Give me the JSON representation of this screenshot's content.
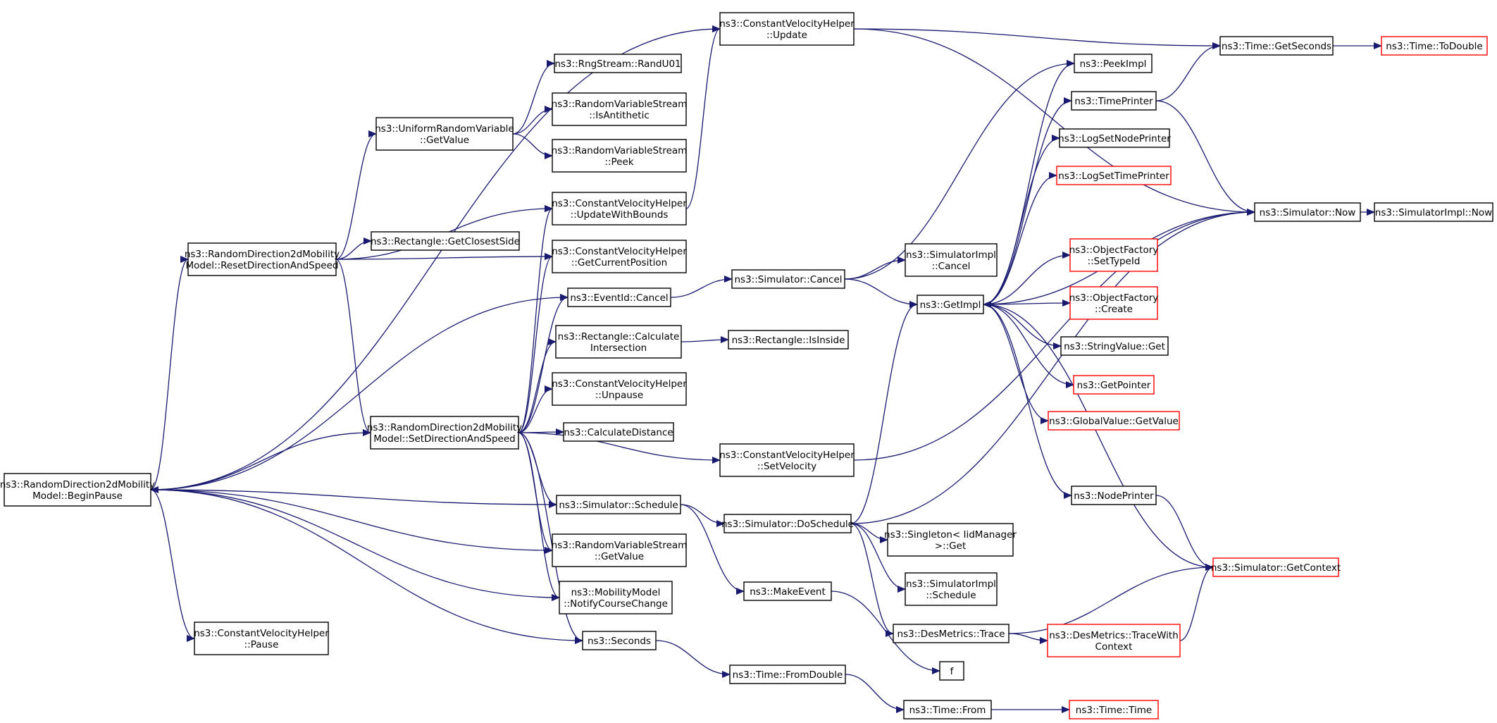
{
  "colors": {
    "edge": "#191970",
    "node_border": "#000000",
    "node_border_truncated": "#ff0000",
    "node_fill": "#ffffff",
    "root_fill": "#bfbfbf",
    "text": "#000000"
  },
  "nodes": [
    {
      "id": "begin_pause",
      "lines": [
        "ns3::RandomDirection2dMobility",
        "Model::BeginPause"
      ],
      "root": true,
      "truncated": false
    },
    {
      "id": "reset_dir",
      "lines": [
        "ns3::RandomDirection2dMobility",
        "Model::ResetDirectionAndSpeed"
      ],
      "root": false,
      "truncated": false
    },
    {
      "id": "set_dir",
      "lines": [
        "ns3::RandomDirection2dMobility",
        "Model::SetDirectionAndSpeed"
      ],
      "root": false,
      "truncated": false
    },
    {
      "id": "cvh_pause",
      "lines": [
        "ns3::ConstantVelocityHelper",
        "::Pause"
      ],
      "root": false,
      "truncated": false
    },
    {
      "id": "uniform_getvalue",
      "lines": [
        "ns3::UniformRandomVariable",
        "::GetValue"
      ],
      "root": false,
      "truncated": false
    },
    {
      "id": "rect_closest",
      "lines": [
        "ns3::Rectangle::GetClosestSide"
      ],
      "root": false,
      "truncated": false
    },
    {
      "id": "cvh_update",
      "lines": [
        "ns3::ConstantVelocityHelper",
        "::Update"
      ],
      "root": false,
      "truncated": false
    },
    {
      "id": "rng_randu01",
      "lines": [
        "ns3::RngStream::RandU01"
      ],
      "root": false,
      "truncated": false
    },
    {
      "id": "rvs_isantithetic",
      "lines": [
        "ns3::RandomVariableStream",
        "::IsAntithetic"
      ],
      "root": false,
      "truncated": false
    },
    {
      "id": "rvs_peek",
      "lines": [
        "ns3::RandomVariableStream",
        "::Peek"
      ],
      "root": false,
      "truncated": false
    },
    {
      "id": "cvh_updatebounds",
      "lines": [
        "ns3::ConstantVelocityHelper",
        "::UpdateWithBounds"
      ],
      "root": false,
      "truncated": false
    },
    {
      "id": "cvh_getpos",
      "lines": [
        "ns3::ConstantVelocityHelper",
        "::GetCurrentPosition"
      ],
      "root": false,
      "truncated": false
    },
    {
      "id": "eventid_cancel",
      "lines": [
        "ns3::EventId::Cancel"
      ],
      "root": false,
      "truncated": false
    },
    {
      "id": "rect_calc",
      "lines": [
        "ns3::Rectangle::Calculate",
        "Intersection"
      ],
      "root": false,
      "truncated": false
    },
    {
      "id": "cvh_unpause",
      "lines": [
        "ns3::ConstantVelocityHelper",
        "::Unpause"
      ],
      "root": false,
      "truncated": false
    },
    {
      "id": "calc_dist",
      "lines": [
        "ns3::CalculateDistance"
      ],
      "root": false,
      "truncated": false
    },
    {
      "id": "sim_schedule",
      "lines": [
        "ns3::Simulator::Schedule"
      ],
      "root": false,
      "truncated": false
    },
    {
      "id": "rvs_getvalue",
      "lines": [
        "ns3::RandomVariableStream",
        "::GetValue"
      ],
      "root": false,
      "truncated": false
    },
    {
      "id": "mm_notify",
      "lines": [
        "ns3::MobilityModel",
        "::NotifyCourseChange"
      ],
      "root": false,
      "truncated": false
    },
    {
      "id": "seconds",
      "lines": [
        "ns3::Seconds"
      ],
      "root": false,
      "truncated": false
    },
    {
      "id": "sim_cancel",
      "lines": [
        "ns3::Simulator::Cancel"
      ],
      "root": false,
      "truncated": false
    },
    {
      "id": "rect_isinside",
      "lines": [
        "ns3::Rectangle::IsInside"
      ],
      "root": false,
      "truncated": false
    },
    {
      "id": "cvh_setvel",
      "lines": [
        "ns3::ConstantVelocityHelper",
        "::SetVelocity"
      ],
      "root": false,
      "truncated": false
    },
    {
      "id": "sim_doschedule",
      "lines": [
        "ns3::Simulator::DoSchedule"
      ],
      "root": false,
      "truncated": false
    },
    {
      "id": "makeevent",
      "lines": [
        "ns3::MakeEvent"
      ],
      "root": false,
      "truncated": false
    },
    {
      "id": "time_fromdouble",
      "lines": [
        "ns3::Time::FromDouble"
      ],
      "root": false,
      "truncated": false
    },
    {
      "id": "simimpl_cancel",
      "lines": [
        "ns3::SimulatorImpl",
        "::Cancel"
      ],
      "root": false,
      "truncated": false
    },
    {
      "id": "getimpl",
      "lines": [
        "ns3::GetImpl"
      ],
      "root": false,
      "truncated": false
    },
    {
      "id": "singleton_get",
      "lines": [
        "ns3::Singleton< IidManager",
        ">::Get"
      ],
      "root": false,
      "truncated": false
    },
    {
      "id": "simimpl_schedule",
      "lines": [
        "ns3::SimulatorImpl",
        "::Schedule"
      ],
      "root": false,
      "truncated": false
    },
    {
      "id": "desmetrics_trace",
      "lines": [
        "ns3::DesMetrics::Trace"
      ],
      "root": false,
      "truncated": false
    },
    {
      "id": "f",
      "lines": [
        "f"
      ],
      "root": false,
      "truncated": false
    },
    {
      "id": "time_from",
      "lines": [
        "ns3::Time::From"
      ],
      "root": false,
      "truncated": false
    },
    {
      "id": "peekimpl",
      "lines": [
        "ns3::PeekImpl"
      ],
      "root": false,
      "truncated": false
    },
    {
      "id": "timeprinter",
      "lines": [
        "ns3::TimePrinter"
      ],
      "root": false,
      "truncated": false
    },
    {
      "id": "log_nodeprinter",
      "lines": [
        "ns3::LogSetNodePrinter"
      ],
      "root": false,
      "truncated": false
    },
    {
      "id": "log_timeprinter",
      "lines": [
        "ns3::LogSetTimePrinter"
      ],
      "root": false,
      "truncated": true
    },
    {
      "id": "of_settypeid",
      "lines": [
        "ns3::ObjectFactory",
        "::SetTypeId"
      ],
      "root": false,
      "truncated": true
    },
    {
      "id": "of_create",
      "lines": [
        "ns3::ObjectFactory",
        "::Create"
      ],
      "root": false,
      "truncated": true
    },
    {
      "id": "stringvalue_get",
      "lines": [
        "ns3::StringValue::Get"
      ],
      "root": false,
      "truncated": false
    },
    {
      "id": "getpointer",
      "lines": [
        "ns3::GetPointer"
      ],
      "root": false,
      "truncated": true
    },
    {
      "id": "gv_getvalue",
      "lines": [
        "ns3::GlobalValue::GetValue"
      ],
      "root": false,
      "truncated": true
    },
    {
      "id": "nodeprinter",
      "lines": [
        "ns3::NodePrinter"
      ],
      "root": false,
      "truncated": false
    },
    {
      "id": "dm_tracewith",
      "lines": [
        "ns3::DesMetrics::TraceWith",
        "Context"
      ],
      "root": false,
      "truncated": true
    },
    {
      "id": "time_time",
      "lines": [
        "ns3::Time::Time"
      ],
      "root": false,
      "truncated": true
    },
    {
      "id": "time_getseconds",
      "lines": [
        "ns3::Time::GetSeconds"
      ],
      "root": false,
      "truncated": false
    },
    {
      "id": "sim_now",
      "lines": [
        "ns3::Simulator::Now"
      ],
      "root": false,
      "truncated": false
    },
    {
      "id": "sim_getcontext",
      "lines": [
        "ns3::Simulator::GetContext"
      ],
      "root": false,
      "truncated": true
    },
    {
      "id": "time_todouble",
      "lines": [
        "ns3::Time::ToDouble"
      ],
      "root": false,
      "truncated": true
    },
    {
      "id": "simimpl_now",
      "lines": [
        "ns3::SimulatorImpl::Now"
      ],
      "root": false,
      "truncated": false
    }
  ],
  "edges": [
    [
      "begin_pause",
      "cvh_update"
    ],
    [
      "begin_pause",
      "reset_dir"
    ],
    [
      "begin_pause",
      "eventid_cancel"
    ],
    [
      "begin_pause",
      "sim_schedule"
    ],
    [
      "begin_pause",
      "rvs_getvalue"
    ],
    [
      "begin_pause",
      "mm_notify"
    ],
    [
      "begin_pause",
      "cvh_pause"
    ],
    [
      "begin_pause",
      "seconds"
    ],
    [
      "set_dir",
      "begin_pause"
    ],
    [
      "reset_dir",
      "uniform_getvalue"
    ],
    [
      "reset_dir",
      "rect_closest"
    ],
    [
      "reset_dir",
      "cvh_updatebounds"
    ],
    [
      "reset_dir",
      "cvh_getpos"
    ],
    [
      "reset_dir",
      "set_dir"
    ],
    [
      "uniform_getvalue",
      "rng_randu01"
    ],
    [
      "uniform_getvalue",
      "rvs_isantithetic"
    ],
    [
      "uniform_getvalue",
      "rvs_peek"
    ],
    [
      "set_dir",
      "cvh_updatebounds"
    ],
    [
      "set_dir",
      "cvh_getpos"
    ],
    [
      "set_dir",
      "eventid_cancel"
    ],
    [
      "set_dir",
      "rect_calc"
    ],
    [
      "set_dir",
      "cvh_unpause"
    ],
    [
      "set_dir",
      "calc_dist"
    ],
    [
      "set_dir",
      "cvh_setvel"
    ],
    [
      "set_dir",
      "sim_schedule"
    ],
    [
      "set_dir",
      "rvs_getvalue"
    ],
    [
      "set_dir",
      "mm_notify"
    ],
    [
      "set_dir",
      "seconds"
    ],
    [
      "cvh_updatebounds",
      "cvh_update"
    ],
    [
      "cvh_update",
      "time_getseconds"
    ],
    [
      "cvh_update",
      "sim_now"
    ],
    [
      "eventid_cancel",
      "sim_cancel"
    ],
    [
      "rect_calc",
      "rect_isinside"
    ],
    [
      "sim_schedule",
      "sim_doschedule"
    ],
    [
      "sim_schedule",
      "makeevent"
    ],
    [
      "seconds",
      "time_fromdouble"
    ],
    [
      "time_fromdouble",
      "time_from"
    ],
    [
      "time_from",
      "time_time"
    ],
    [
      "sim_cancel",
      "peekimpl"
    ],
    [
      "sim_cancel",
      "simimpl_cancel"
    ],
    [
      "sim_cancel",
      "getimpl"
    ],
    [
      "cvh_setvel",
      "sim_now"
    ],
    [
      "sim_doschedule",
      "getimpl"
    ],
    [
      "sim_doschedule",
      "sim_now"
    ],
    [
      "sim_doschedule",
      "singleton_get"
    ],
    [
      "sim_doschedule",
      "simimpl_schedule"
    ],
    [
      "sim_doschedule",
      "desmetrics_trace"
    ],
    [
      "makeevent",
      "f"
    ],
    [
      "desmetrics_trace",
      "sim_getcontext"
    ],
    [
      "desmetrics_trace",
      "dm_tracewith"
    ],
    [
      "dm_tracewith",
      "sim_getcontext"
    ],
    [
      "getimpl",
      "peekimpl"
    ],
    [
      "getimpl",
      "timeprinter"
    ],
    [
      "getimpl",
      "log_nodeprinter"
    ],
    [
      "getimpl",
      "log_timeprinter"
    ],
    [
      "getimpl",
      "of_settypeid"
    ],
    [
      "getimpl",
      "of_create"
    ],
    [
      "getimpl",
      "stringvalue_get"
    ],
    [
      "getimpl",
      "getpointer"
    ],
    [
      "getimpl",
      "gv_getvalue"
    ],
    [
      "getimpl",
      "nodeprinter"
    ],
    [
      "timeprinter",
      "time_getseconds"
    ],
    [
      "timeprinter",
      "sim_now"
    ],
    [
      "nodeprinter",
      "sim_getcontext"
    ],
    [
      "sim_getcontext",
      "getimpl"
    ],
    [
      "sim_now",
      "getimpl"
    ],
    [
      "sim_now",
      "simimpl_now"
    ],
    [
      "time_getseconds",
      "time_todouble"
    ]
  ]
}
